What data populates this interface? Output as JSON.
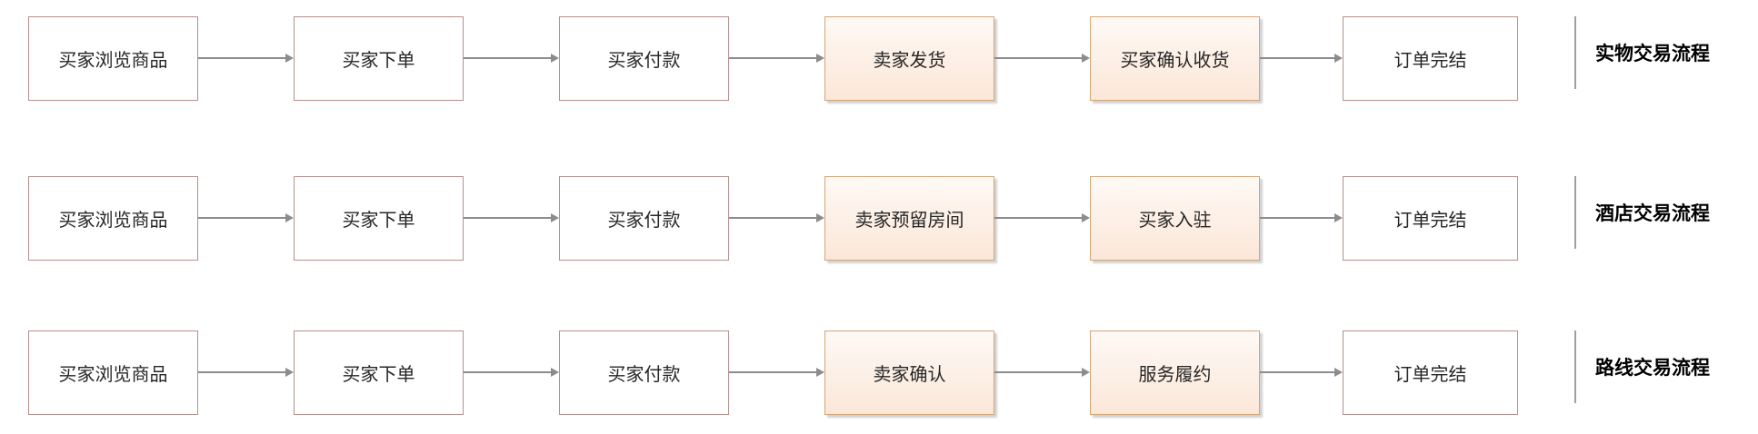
{
  "diagram": {
    "rows": [
      {
        "label": "实物交易流程",
        "steps": [
          {
            "text": "买家浏览商品",
            "highlighted": false
          },
          {
            "text": "买家下单",
            "highlighted": false
          },
          {
            "text": "买家付款",
            "highlighted": false
          },
          {
            "text": "卖家发货",
            "highlighted": true
          },
          {
            "text": "买家确认收货",
            "highlighted": true
          },
          {
            "text": "订单完结",
            "highlighted": false
          }
        ]
      },
      {
        "label": "酒店交易流程",
        "steps": [
          {
            "text": "买家浏览商品",
            "highlighted": false
          },
          {
            "text": "买家下单",
            "highlighted": false
          },
          {
            "text": "买家付款",
            "highlighted": false
          },
          {
            "text": "卖家预留房间",
            "highlighted": true
          },
          {
            "text": "买家入驻",
            "highlighted": true
          },
          {
            "text": "订单完结",
            "highlighted": false
          }
        ]
      },
      {
        "label": "路线交易流程",
        "steps": [
          {
            "text": "买家浏览商品",
            "highlighted": false
          },
          {
            "text": "买家下单",
            "highlighted": false
          },
          {
            "text": "买家付款",
            "highlighted": false
          },
          {
            "text": "卖家确认",
            "highlighted": true
          },
          {
            "text": "服务履约",
            "highlighted": true
          },
          {
            "text": "订单完结",
            "highlighted": false
          }
        ]
      }
    ],
    "colors": {
      "box_border": "#b6908d",
      "box_fill": "#ffffff",
      "highlight_border": "#d3a678",
      "highlight_fill_top": "#fef9f5",
      "highlight_fill_bottom": "#fbe7d8",
      "arrow": "#8c8c8c",
      "divider": "#9e9e9e",
      "box_text": "#262626",
      "label_text": "#000000",
      "background": "#ffffff"
    }
  }
}
